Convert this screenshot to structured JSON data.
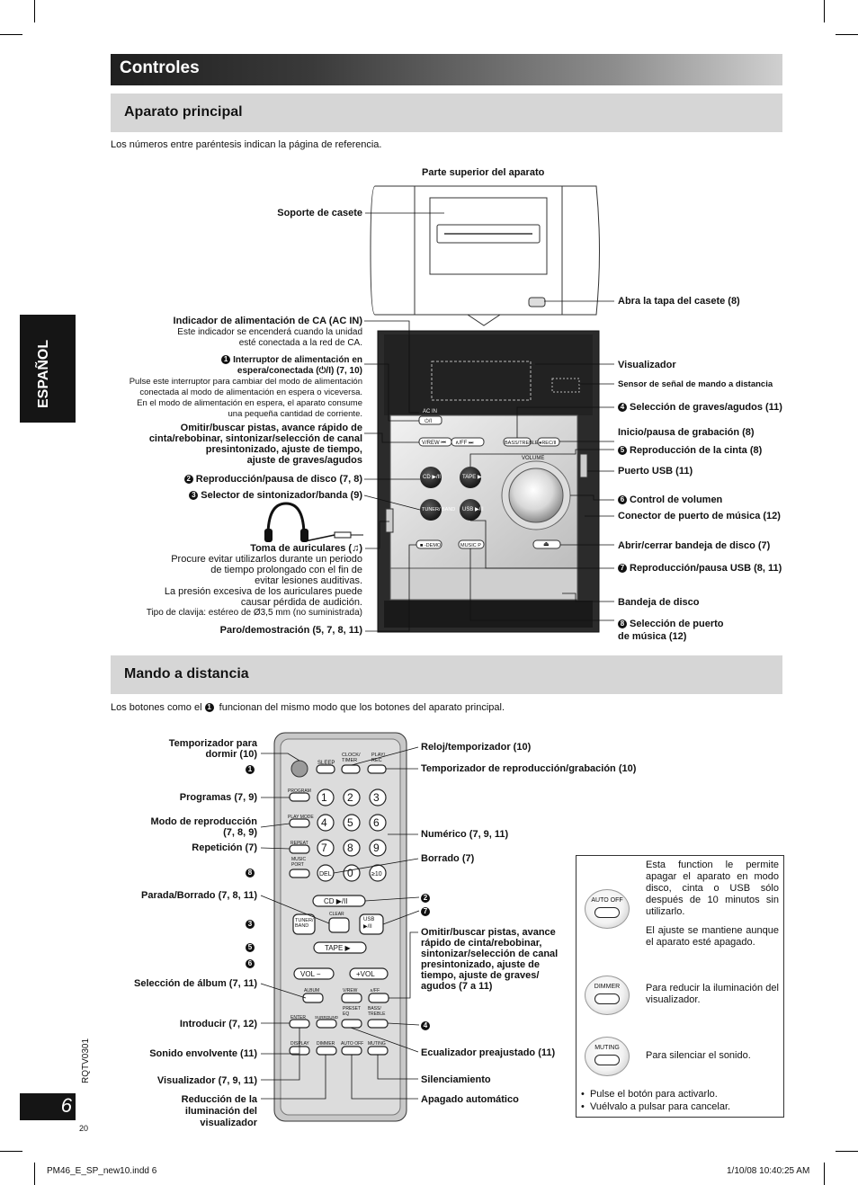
{
  "page_title": "Controles",
  "language_tab": "ESPAÑOL",
  "page_number": "6",
  "doc_code": "RQTV0301",
  "page_small_number": "20",
  "footer": {
    "file": "PM46_E_SP_new10.indd   6",
    "date": "1/10/08   10:40:25 AM"
  },
  "section1": {
    "title": "Aparato principal",
    "note": "Los números entre paréntesis indican la página de referencia.",
    "top_label": "Parte superior del aparato",
    "left_labels": {
      "soporte": "Soporte de casete",
      "ac_in_title": "Indicador de alimentación de CA (AC IN)",
      "ac_in_desc1": "Este indicador se encenderá cuando la unidad",
      "ac_in_desc2": "esté conectada a la red de CA.",
      "power_title1": "Interruptor de alimentación en",
      "power_title2": "espera/conectada (⏻/I) (7, 10)",
      "power_desc1": "Pulse este interruptor para cambiar del modo de alimentación",
      "power_desc2": "conectada al modo de alimentación en espera o viceversa.",
      "power_desc3": "En el modo de alimentación en espera, el aparato consume",
      "power_desc4": "una pequeña cantidad de corriente.",
      "skip1": "Omitir/buscar pistas, avance rápido de",
      "skip2": "cinta/rebobinar, sintonizar/selección de canal",
      "skip3": "presintonizado, ajuste de tiempo,",
      "skip4": "ajuste de graves/agudos",
      "disc_play": "Reproducción/pausa de disco (7, 8)",
      "tuner": "Selector de sintonizador/banda (9)",
      "phones_title": "Toma de auriculares (♫)",
      "phones1": "Procure evitar utilizarlos durante un periodo",
      "phones2": "de tiempo prolongado con el fin de",
      "phones3": "evitar lesiones auditivas.",
      "phones4": "La presión excesiva de los auriculares puede",
      "phones5": "causar pérdida de audición.",
      "phones6": "Tipo de clavija: estéreo de Ø3,5 mm (no suministrada)",
      "stop": "Paro/demostración (5, 7, 8, 11)"
    },
    "right_labels": {
      "open_cassette": "Abra la tapa del casete (8)",
      "display": "Visualizador",
      "sensor": "Sensor de señal de mando a distancia",
      "bass": "Selección de graves/agudos (11)",
      "rec": "Inicio/pausa de grabación (8)",
      "tape_play": "Reproducción de la cinta (8)",
      "usb_port": "Puerto USB (11)",
      "volume": "Control de volumen",
      "music_port": "Conector de puerto de música (12)",
      "open_tray": "Abrir/cerrar bandeja de disco (7)",
      "usb_play": "Reproducción/pausa USB (8, 11)",
      "tray": "Bandeja de disco",
      "music_sel1": "Selección de puerto",
      "music_sel2": "de música (12)"
    },
    "unit_labels": {
      "ac_in": "AC IN",
      "power": "⏻/I",
      "rew": "V/REW ⏮",
      "ff": "∧/FF ⏭",
      "bass_treble": "BASS/TREBLE",
      "rec": "●REC/II",
      "cd": "CD ▶/II",
      "tape": "TAPE ▶",
      "tuner": "TUNER/ BAND",
      "usb": "USB ▶/II",
      "volume": "VOLUME",
      "stop": "■ -DEMO",
      "music_p": "MUSIC P",
      "eject": "⏏"
    }
  },
  "section2": {
    "title": "Mando a distancia",
    "note_pre": "Los botones como el",
    "note_post": "funcionan del mismo modo que los botones del aparato principal.",
    "left_labels": {
      "sleep1": "Temporizador para",
      "sleep2": "dormir (10)",
      "program": "Programas (7, 9)",
      "playmode1": "Modo de reproducción",
      "playmode2": "(7, 8, 9)",
      "repeat": "Repetición (7)",
      "stop": "Parada/Borrado (7, 8, 11)",
      "album": "Selección de álbum (7, 11)",
      "enter": "Introducir (7, 12)",
      "surround": "Sonido envolvente (11)",
      "display": "Visualizador (7, 9, 11)",
      "dimmer1": "Reducción de la",
      "dimmer2": "iluminación del",
      "dimmer3": "visualizador"
    },
    "right_labels": {
      "clock": "Reloj/temporizador (10)",
      "playrec": "Temporizador de reproducción/grabación (10)",
      "numeric": "Numérico (7, 9, 11)",
      "clear": "Borrado (7)",
      "skip1": "Omitir/buscar pistas, avance",
      "skip2": "rápido de cinta/rebobinar,",
      "skip3": "sintonizar/selección de canal",
      "skip4": "presintonizado, ajuste de",
      "skip5": "tiempo, ajuste de graves/",
      "skip6": "agudos (7 a 11)",
      "eq": "Ecualizador preajustado (11)",
      "muting": "Silenciamiento",
      "autooff": "Apagado automático"
    },
    "remote_keys": {
      "sleep": "SLEEP",
      "clock": "CLOCK/ TIMER",
      "playrec": "PLAY/ REC",
      "program": "PROGRAM",
      "playmode": "PLAY MODE",
      "repeat": "REPEAT",
      "music_port": "MUSIC PORT",
      "del": "DEL",
      "ten": "≥10",
      "cd": "CD ▶/II",
      "clear": "CLEAR",
      "tuner": "TUNER/ BAND",
      "usb": "USB ▶/II",
      "tape": "TAPE ▶",
      "vol_minus": "VOL −",
      "vol_plus": "+VOL",
      "album": "ALBUM",
      "vrew": "V/REW",
      "aff": "∧/FF",
      "enter": "ENTER",
      "surround": "SURROUND",
      "preset_eq": "PRESET EQ",
      "bass_treble": "BASS/ TREBLE",
      "display": "DISPLAY",
      "dimmer": "DIMMER",
      "auto_off": "AUTO OFF",
      "muting": "MUTING",
      "digits": [
        "1",
        "2",
        "3",
        "4",
        "5",
        "6",
        "7",
        "8",
        "9",
        "0"
      ]
    },
    "info_box": {
      "auto_off_label": "AUTO OFF",
      "auto_off_text1": "Esta function le permite apagar el aparato en modo disco, cinta o USB sólo después de 10 minutos sin utilizarlo.",
      "auto_off_text2": "El ajuste se mantiene aunque el aparato esté apagado.",
      "dimmer_label": "DIMMER",
      "dimmer_text": "Para reducir la iluminación del visualizador.",
      "muting_label": "MUTING",
      "muting_text": "Para silenciar el sonido.",
      "bullet1": "Pulse el botón para activarlo.",
      "bullet2": "Vuélvalo a pulsar para cancelar."
    }
  },
  "markers": [
    "1",
    "2",
    "3",
    "4",
    "5",
    "6",
    "7",
    "8"
  ]
}
